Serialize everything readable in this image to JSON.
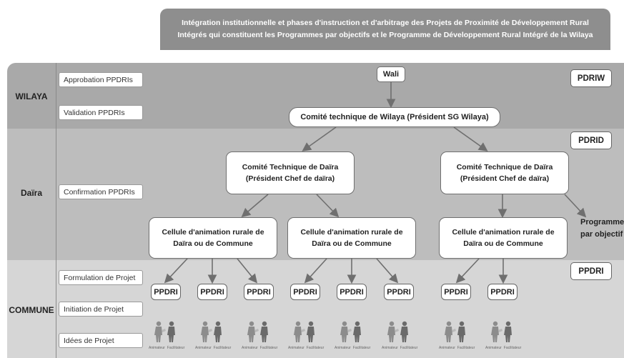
{
  "header": {
    "line1": "Intégration institutionnelle et phases d'instruction et d'arbitrage des Projets de Proximité de Développement Rural",
    "line2": "Intégrés qui constituent les Programmes par objectifs et le Programme de Développement Rural Intégré de la Wilaya"
  },
  "levels": {
    "wilaya": "WILAYA",
    "daira": "Daïra",
    "commune": "COMMUNE"
  },
  "stages": {
    "approbation": "Approbation PPDRIs",
    "validation": "Validation PPDRIs",
    "confirmation": "Confirmation PPDRIs",
    "formulation": "Formulation de Projet",
    "initiation": "Initiation de Projet",
    "idees": "Idées de Projet"
  },
  "tags": {
    "pdriw": "PDRIW",
    "pdrid": "PDRID",
    "ppdri": "PPDRI"
  },
  "nodes": {
    "wali": "Wali",
    "comite_wilaya": "Comité technique de Wilaya (Président SG Wilaya)",
    "comite_daira_line1": "Comité Technique de Daïra",
    "comite_daira_line2": "(Président Chef de daïra)",
    "cellule_line1": "Cellule d'animation rurale de",
    "cellule_line2": "Daïra ou de Commune",
    "programme_line1": "Programme",
    "programme_line2": "par objectif"
  },
  "ppdri_boxes": [
    "PPDRI",
    "PPDRI",
    "PPDRI",
    "PPDRI",
    "PPDRI",
    "PPDRI",
    "PPDRI",
    "PPDRI"
  ],
  "people_labels": {
    "animateur": "Animateur",
    "facilitateur": "Facilitateur"
  }
}
